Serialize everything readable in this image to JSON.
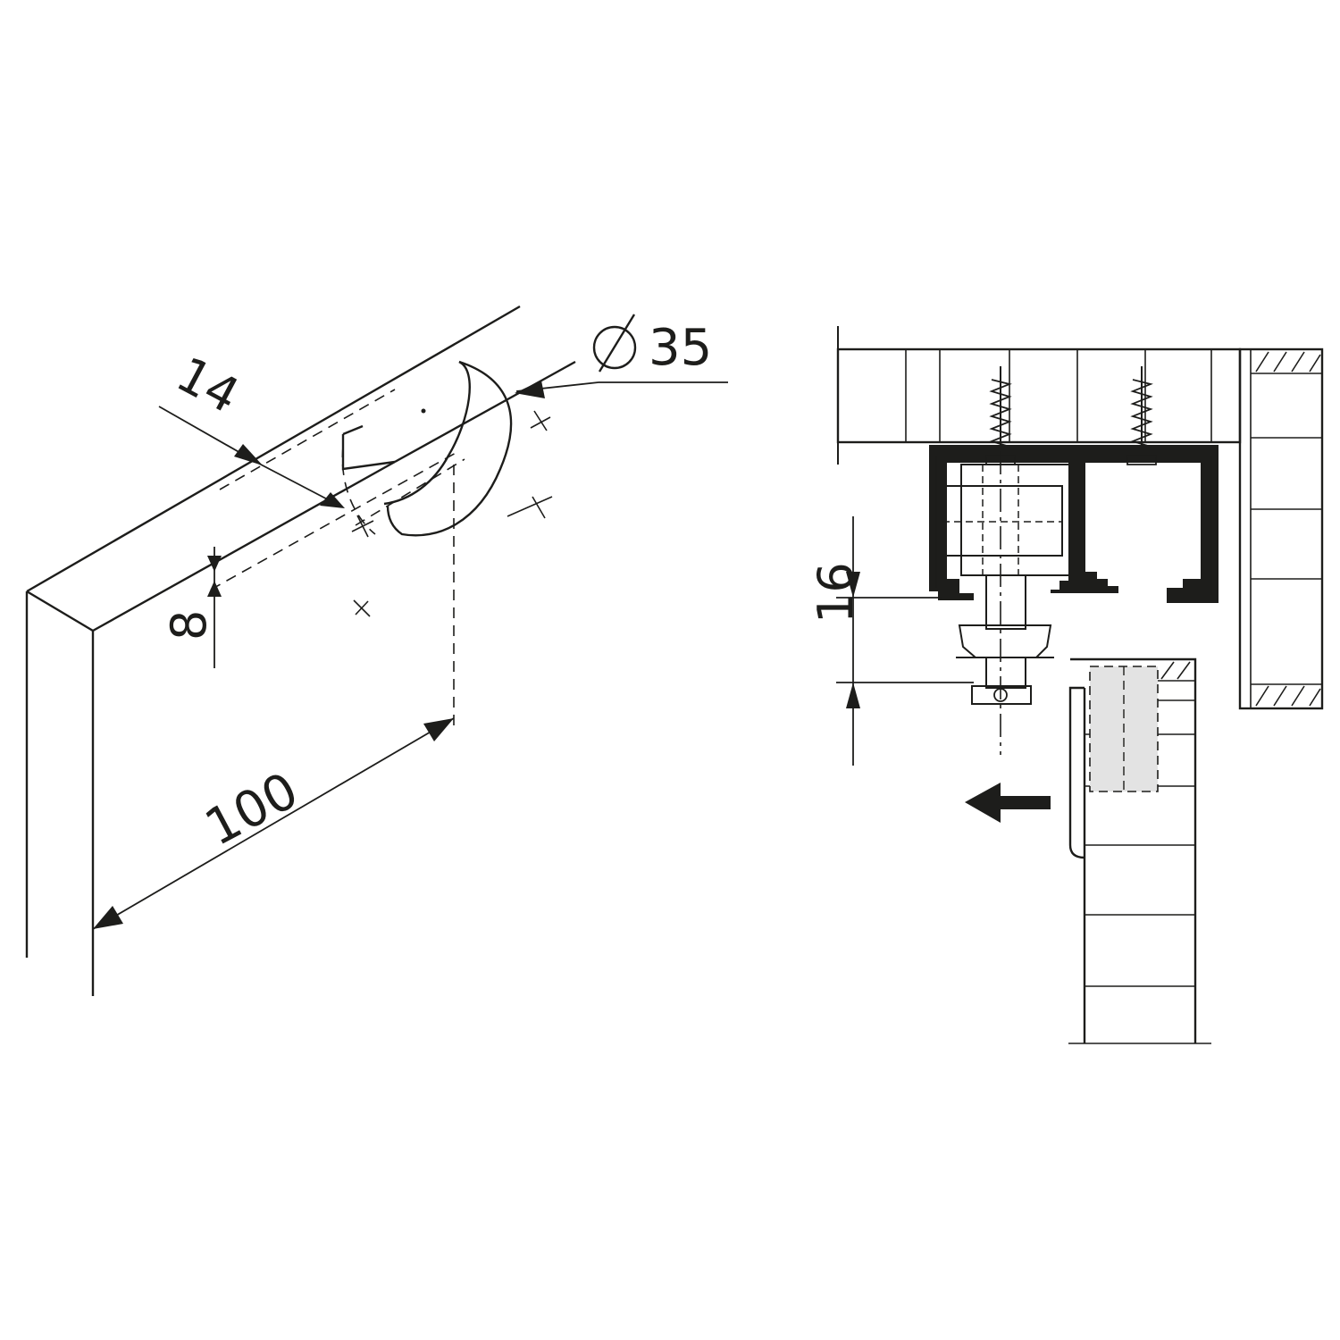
{
  "dimensions": {
    "groove_depth": "14",
    "bore_diameter_symbol": "∅",
    "bore_diameter": "35",
    "edge_offset": "8",
    "bore_distance": "100",
    "height_adjustment": "16"
  },
  "colors": {
    "line": "#1d1d1b",
    "profile_fill": "#1d1d1b",
    "part_fill": "#e3e3e3",
    "background": "#ffffff"
  },
  "icons": {
    "movement_direction": "arrow-left-icon"
  }
}
